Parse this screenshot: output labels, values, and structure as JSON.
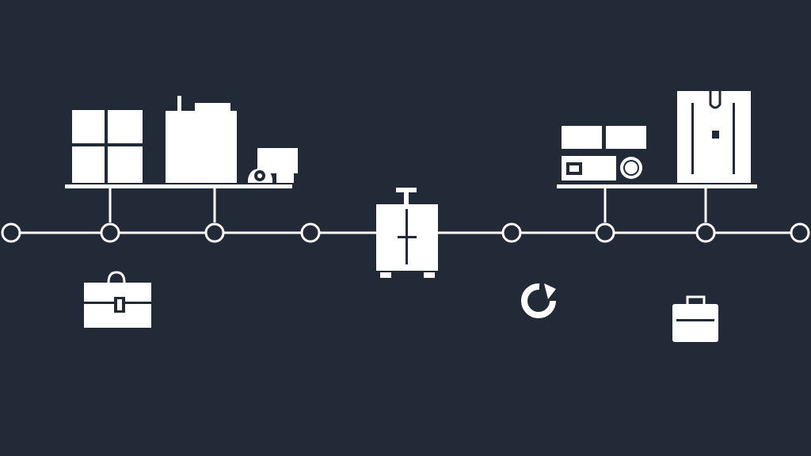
{
  "colors": {
    "background": "#222a37",
    "foreground": "#ffffff"
  },
  "timeline": {
    "node_count": 8,
    "nodes": [
      {
        "id": "node-1"
      },
      {
        "id": "node-2"
      },
      {
        "id": "node-3"
      },
      {
        "id": "node-4"
      },
      {
        "id": "node-5"
      },
      {
        "id": "node-6"
      },
      {
        "id": "node-7"
      },
      {
        "id": "node-8"
      }
    ]
  },
  "icons": {
    "left_shelf": [
      "window-box-icon",
      "cardboard-box-icon",
      "delivery-truck-icon"
    ],
    "center": "suitcase-icon",
    "right_shelf": [
      "stacked-crates-icon",
      "projector-icon",
      "wardrobe-box-icon"
    ],
    "below_left": "briefcase-icon",
    "below_right_a": "refresh-cycle-icon",
    "below_right_b": "toolbox-icon"
  }
}
